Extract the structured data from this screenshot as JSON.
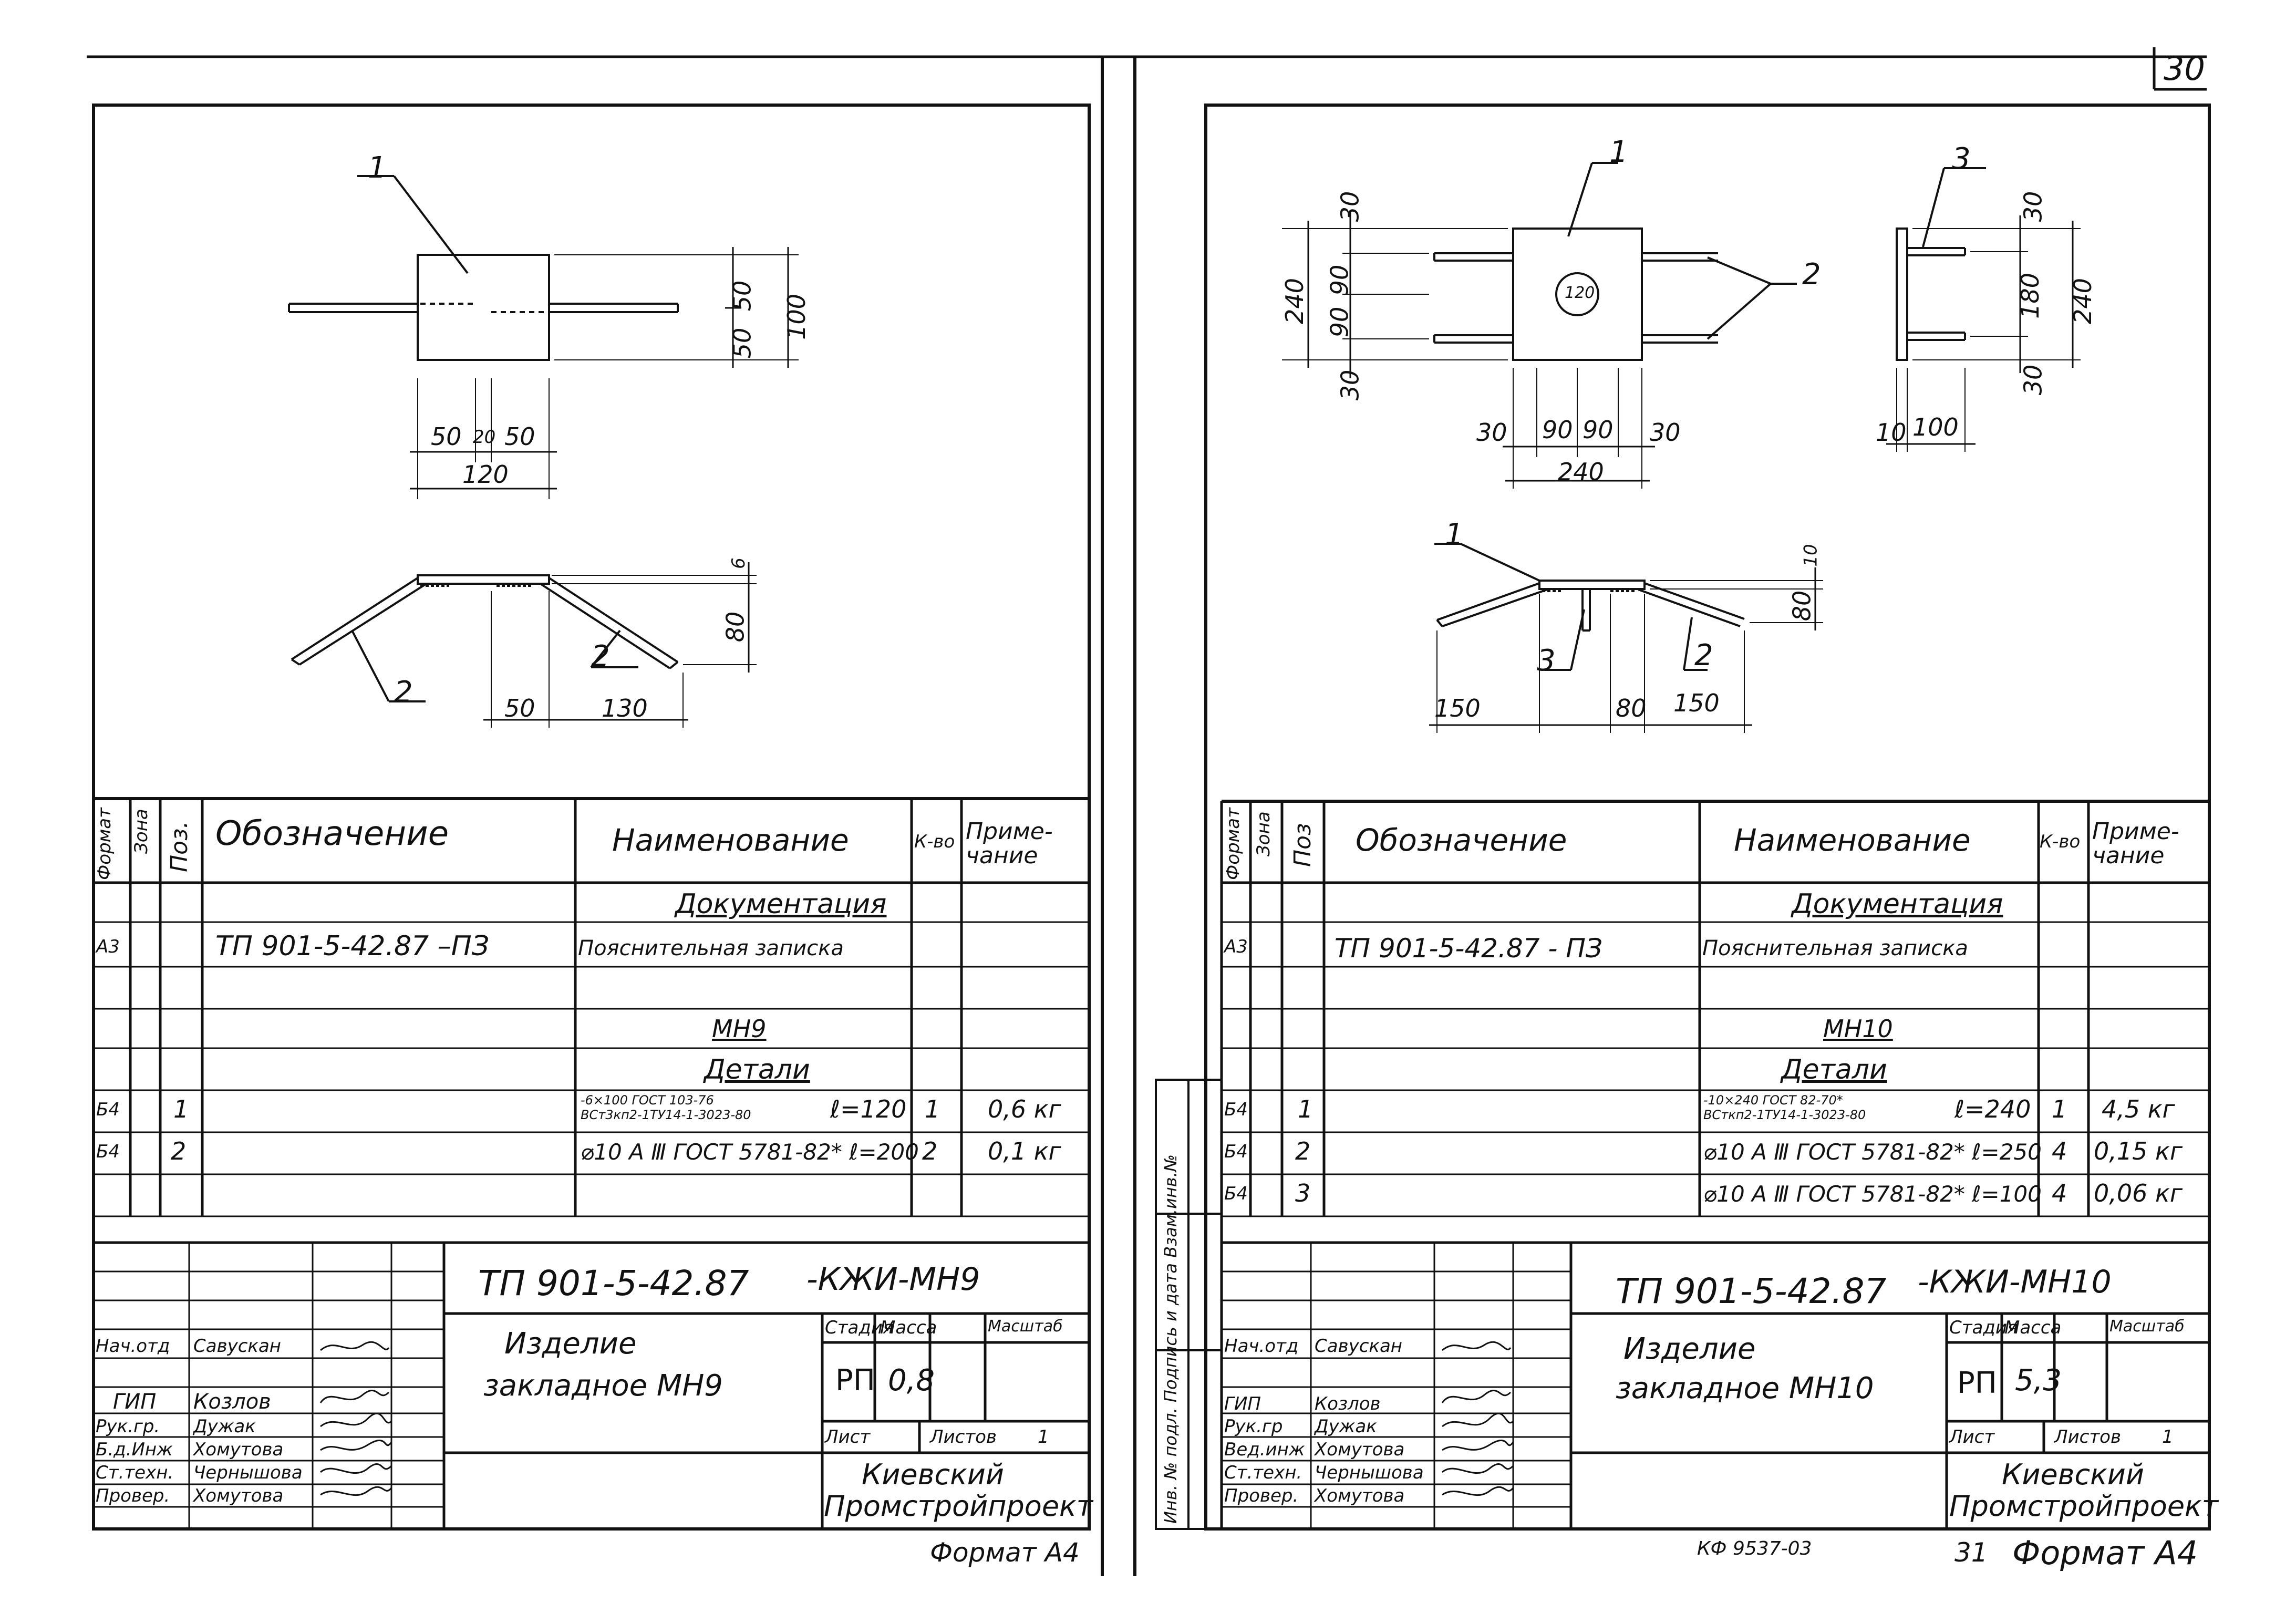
{
  "page_number": "30",
  "footer": {
    "left_format": "Формат А4",
    "archive_code": "КФ 9537-03",
    "right_sheet": "31",
    "right_format": "Формат А4"
  },
  "left_sheet": {
    "drawing": {
      "pos_plate": "1",
      "pos_bar": "2",
      "dims": [
        "50",
        "100",
        "50",
        "50",
        "20",
        "50",
        "120",
        "6",
        "80",
        "50",
        "130"
      ]
    },
    "spec_headers": {
      "format": "Формат",
      "zone": "Зона",
      "pos": "Поз.",
      "designation": "Обозначение",
      "name": "Наименование",
      "qty": "К-во",
      "note": "Приме-чание"
    },
    "rows": [
      {
        "name": "Документация"
      },
      {
        "format": "А3",
        "designation": "ТП 901-5-42.87 –ПЗ",
        "name": "Пояснительная записка"
      },
      {
        "name": "МН9"
      },
      {
        "name": "Детали"
      },
      {
        "format": "Б4",
        "pos": "1",
        "name_top": "-6×100 ГОСТ 103-76",
        "name_bottom": "ВСт3кп2-1ТУ14-1-3023-80",
        "length": "ℓ=120",
        "qty": "1",
        "note": "0,6 кг"
      },
      {
        "format": "Б4",
        "pos": "2",
        "name": "⌀10 А Ⅲ ГОСТ 5781-82* ℓ=200",
        "qty": "2",
        "note": "0,1 кг"
      }
    ],
    "title_block": {
      "doc_code": "ТП 901-5-42.87",
      "doc_suffix": "-КЖИ-МН9",
      "item_line1": "Изделие",
      "item_line2": "закладное  МН9",
      "stage_label": "Стадия",
      "mass_label": "Масса",
      "scale_label": "Масштаб",
      "stage": "РП",
      "mass": "0,8",
      "sheet_label": "Лист",
      "sheets_label": "Листов",
      "sheets": "1",
      "org_line1": "Киевский",
      "org_line2": "Промстройпроект",
      "roles": [
        "Нач.отд",
        "ГИП",
        "Рук.гр.",
        "Б.д.Инж",
        "Ст.техн.",
        "Провер."
      ],
      "persons": [
        "Савускан",
        "Козлов",
        "Дужак",
        "Хомутова",
        "Чернышова",
        "Хомутова"
      ]
    }
  },
  "right_sheet": {
    "drawing": {
      "pos_plate": "1",
      "pos_bar": "2",
      "pos_bar_short": "3",
      "hole": "120",
      "dims": [
        "30",
        "240",
        "90",
        "90",
        "30",
        "30",
        "90",
        "90",
        "30",
        "240",
        "30",
        "180",
        "240",
        "30",
        "10",
        "100",
        "10",
        "80",
        "150",
        "80",
        "150"
      ]
    },
    "spec_headers": {
      "format": "Формат",
      "zone": "Зона",
      "pos": "Поз",
      "designation": "Обозначение",
      "name": "Наименование",
      "qty": "К-во",
      "note": "Приме-чание"
    },
    "side_stamp": "Инв. № подл. Подпись и дата Взам.инв.№",
    "rows": [
      {
        "name": "Документация"
      },
      {
        "format": "А3",
        "designation": "ТП 901-5-42.87   - ПЗ",
        "name": "Пояснительная записка"
      },
      {
        "name": "МН10"
      },
      {
        "name": "Детали"
      },
      {
        "format": "Б4",
        "pos": "1",
        "name_top": "-10×240 ГОСТ 82-70*",
        "name_bottom": "ВСткп2-1ТУ14-1-3023-80",
        "length": "ℓ=240",
        "qty": "1",
        "note": "4,5 кг"
      },
      {
        "format": "Б4",
        "pos": "2",
        "name": "⌀10 А Ⅲ ГОСТ 5781-82* ℓ=250",
        "qty": "4",
        "note": "0,15 кг"
      },
      {
        "format": "Б4",
        "pos": "3",
        "name": "⌀10 А Ⅲ ГОСТ 5781-82* ℓ=100",
        "qty": "4",
        "note": "0,06 кг"
      }
    ],
    "title_block": {
      "doc_code": "ТП 901-5-42.87",
      "doc_suffix": "-КЖИ-МН10",
      "item_line1": "Изделие",
      "item_line2": "закладное  МН10",
      "stage_label": "Стадия",
      "mass_label": "Масса",
      "scale_label": "Масштаб",
      "stage": "РП",
      "mass": "5,3",
      "sheet_label": "Лист",
      "sheets_label": "Листов",
      "sheets": "1",
      "org_line1": "Киевский",
      "org_line2": "Промстройпроект",
      "roles": [
        "Нач.отд",
        "ГИП",
        "Рук.гр",
        "Вед.инж",
        "Ст.техн.",
        "Провер."
      ],
      "persons": [
        "Савускан",
        "Козлов",
        "Дужак",
        "Хомутова",
        "Чернышова",
        "Хомутова"
      ]
    }
  }
}
